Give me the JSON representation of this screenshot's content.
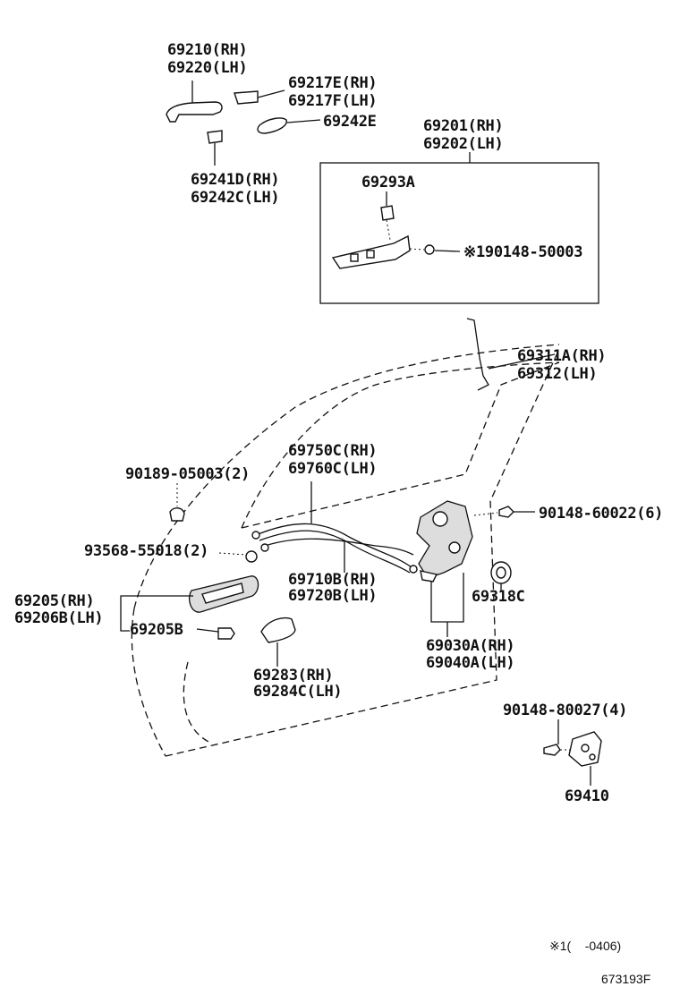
{
  "labels": {
    "p69210": "69210(RH)",
    "p69220": "69220(LH)",
    "p69217e": "69217E(RH)",
    "p69217f": "69217F(LH)",
    "p69242e": "69242E",
    "p69241d": "69241D(RH)",
    "p69242c": "69242C(LH)",
    "p69201": "69201(RH)",
    "p69202": "69202(LH)",
    "p69293a": "69293A",
    "p90148_50003": "※190148-50003",
    "p69311a": "69311A(RH)",
    "p69312": "69312(LH)",
    "p69750c": "69750C(RH)",
    "p69760c": "69760C(LH)",
    "p90189": "90189-05003(2)",
    "p93568": "93568-55018(2)",
    "p90148_60022": "90148-60022(6)",
    "p69205": "69205(RH)",
    "p69206b": "69206B(LH)",
    "p69205b": "69205B",
    "p69710b": "69710B(RH)",
    "p69720b": "69720B(LH)",
    "p69318c": "69318C",
    "p69283": "69283(RH)",
    "p69284c": "69284C(LH)",
    "p69030a": "69030A(RH)",
    "p69040a": "69040A(LH)",
    "p90148_80027": "90148-80027(4)",
    "p69410": "69410"
  },
  "footnote": "※1(    -0406)",
  "figure_id": "673193F"
}
